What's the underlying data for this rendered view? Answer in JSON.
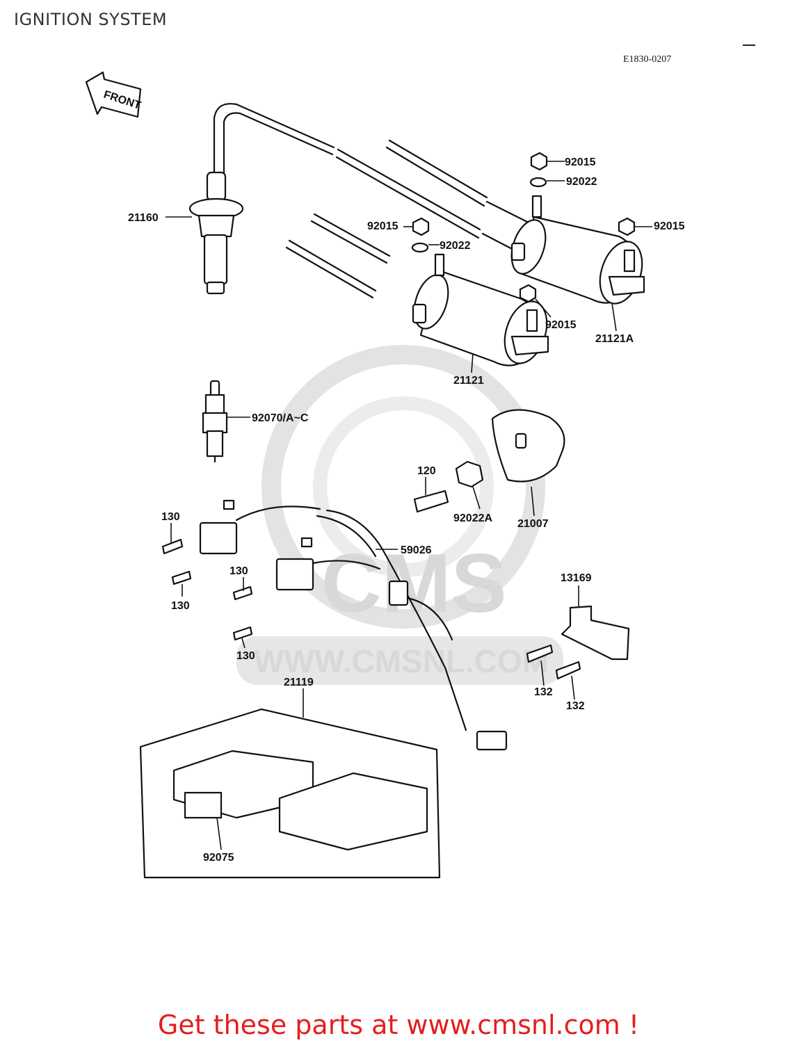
{
  "page_title": "IGNITION SYSTEM",
  "diagram_code": "E1830-0207",
  "front_label": "FRONT",
  "footer_text": "Get these parts at www.cmsnl.com !",
  "watermark": {
    "logo": "CMS",
    "url": "WWW.CMSNL.COM"
  },
  "labels": {
    "p21160": "21160",
    "p92015a": "92015",
    "p92022a": "92022",
    "p92015b": "92015",
    "p92022b": "92022",
    "p92015c": "92015",
    "p92015d": "92015",
    "p21121A": "21121A",
    "p21121": "21121",
    "p92070": "92070/A~C",
    "p120": "120",
    "p92022A": "92022A",
    "p21007": "21007",
    "p130a": "130",
    "p130b": "130",
    "p130c": "130",
    "p130d": "130",
    "p59026": "59026",
    "p13169": "13169",
    "p132a": "132",
    "p132b": "132",
    "p21119": "21119",
    "p92075": "92075"
  }
}
